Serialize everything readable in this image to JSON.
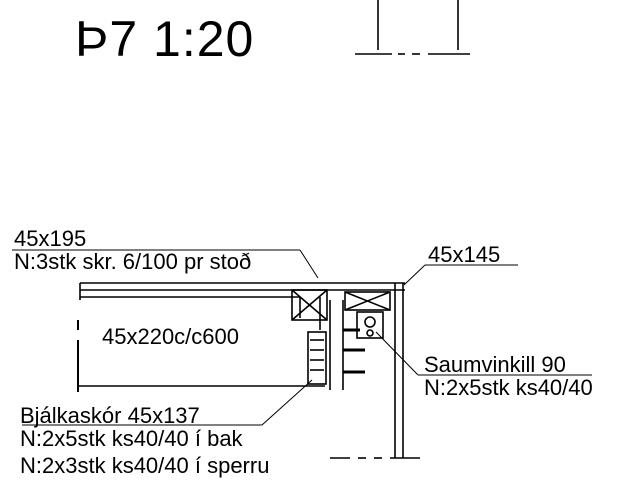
{
  "drawing": {
    "title": "Þ7 1:20",
    "member_top_left": {
      "size": "45x195",
      "note": "N:3stk skr. 6/100 pr stoð"
    },
    "member_top_right": {
      "size": "45x145"
    },
    "joist": {
      "size": "45x220c/c600"
    },
    "angle_bracket": {
      "name": "Saumvinkill 90",
      "note": "N:2x5stk ks40/40"
    },
    "joist_hanger": {
      "name": "Bjálkaskór 45x137",
      "note_1": "N:2x5stk ks40/40 í bak",
      "note_2": "N:2x3stk ks40/40 í sperru"
    }
  }
}
